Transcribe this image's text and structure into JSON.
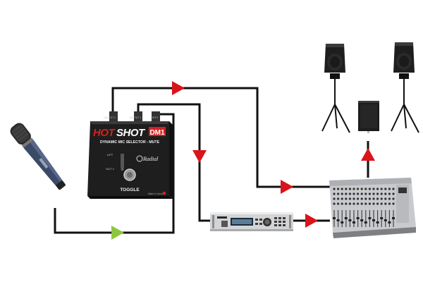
{
  "colors": {
    "background": "#ffffff",
    "wire": "#111111",
    "arrow_red": "#d9141b",
    "arrow_green": "#8cc63f",
    "pedal_body": "#1e1e1e",
    "pedal_red": "#d42020"
  },
  "pedal": {
    "brand_hot": "HOT",
    "brand_shot": "SHOT",
    "model_badge": "DM1",
    "subtitle": "DYNAMIC MIC SELECTOR - MUTE",
    "maker": "Radial",
    "led_label_1": "LIFT",
    "led_label_2": "OUT 2",
    "switch_label": "TOGGLE",
    "jack_label_1": "OUTPUT 2",
    "jack_label_2": "OUTPUT 1",
    "jack_label_3": "INPUT",
    "origin": "Made in Canada"
  },
  "devices": [
    {
      "name": "microphone",
      "icon": "dynamic-microphone"
    },
    {
      "name": "mic-selector-pedal",
      "icon": "footswitch-pedal"
    },
    {
      "name": "rack-processor",
      "icon": "rack-unit"
    },
    {
      "name": "mixing-console",
      "icon": "mixer"
    },
    {
      "name": "left-speaker",
      "icon": "speaker-on-stand"
    },
    {
      "name": "right-speaker",
      "icon": "speaker-on-stand"
    },
    {
      "name": "subwoofer",
      "icon": "subwoofer"
    }
  ],
  "arrows": [
    {
      "name": "mic-to-pedal-arrow",
      "color": "green",
      "direction": "right"
    },
    {
      "name": "output1-arrow",
      "color": "red",
      "direction": "right"
    },
    {
      "name": "output2-down-arrow",
      "color": "red",
      "direction": "down"
    },
    {
      "name": "processor-to-mixer-arrow",
      "color": "red",
      "direction": "right"
    },
    {
      "name": "pedal-to-mixer-arrow",
      "color": "red",
      "direction": "right"
    },
    {
      "name": "mixer-to-sub-arrow",
      "color": "red",
      "direction": "up"
    }
  ]
}
